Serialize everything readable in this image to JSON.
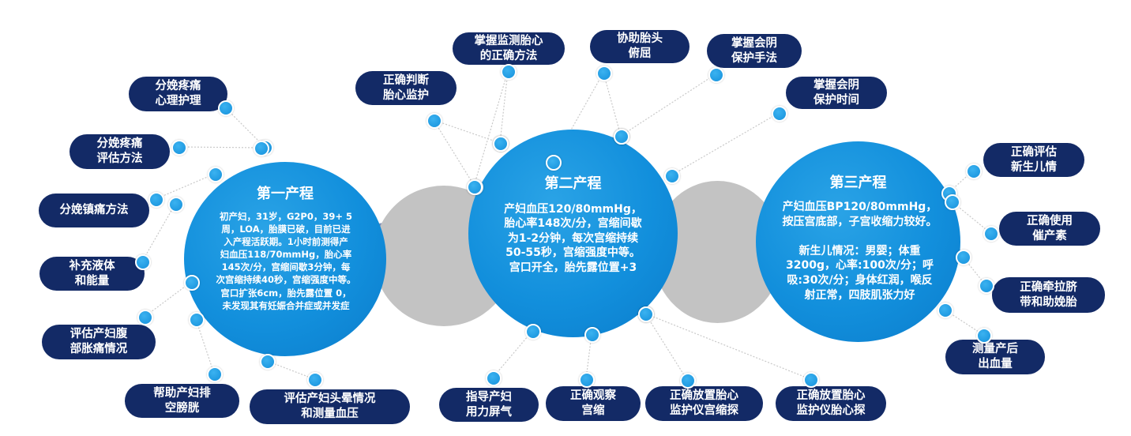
{
  "stages": [
    {
      "title": "第一产程",
      "description": "初产妇，31岁，G2P0，39+ 5\n周，LOA，胎膜已破，目前已进\n入产程活跃期。1小时前测得产\n妇血压118/70mmHg，胎心率\n145次/分，宫缩间歇3分钟，每\n次宫缩持续40秒，宫缩强度中等。\n宫口扩张6cm，胎先露位置 0，\n未发现其有妊娠合并症或并发症"
    },
    {
      "title": "第二产程",
      "description": "产妇血压120/80mmHg，\n胎心率148次/分，宫缩间歇\n为1-2分钟，每次宫缩持续\n50-55秒，宫缩强度中等。\n宫口开全，胎先露位置+3"
    },
    {
      "title": "第三产程",
      "description": "产妇血压BP120/80mmHg，\n按压宫底部，子宫收缩力较好。\n\n新生儿情况：男婴；体重\n3200g，心率:100次/分；呼\n吸:30次/分；身体红润，喉反\n射正常，四肢肌张力好"
    }
  ],
  "nodes": [
    {
      "label": "分娩疼痛\n心理护理"
    },
    {
      "label": "分娩疼痛\n评估方法"
    },
    {
      "label": "分娩镇痛方法"
    },
    {
      "label": "补充液体\n和能量"
    },
    {
      "label": "评估产妇腹\n部胀痛情况"
    },
    {
      "label": "帮助产妇排\n空膀胱"
    },
    {
      "label": "评估产妇头晕情况\n和测量血压"
    },
    {
      "label": "正确判断\n胎心监护"
    },
    {
      "label": "掌握监测胎心\n的正确方法"
    },
    {
      "label": "协助胎头\n俯屈"
    },
    {
      "label": "掌握会阴\n保护手法"
    },
    {
      "label": "掌握会阴\n保护时间"
    },
    {
      "label": "指导产妇\n用力屏气"
    },
    {
      "label": "正确观察\n宫缩"
    },
    {
      "label": "正确放置胎心\n监护仪宫缩探"
    },
    {
      "label": "正确放置胎心\n监护仪胎心探"
    },
    {
      "label": "正确评估\n新生儿情"
    },
    {
      "label": "正确使用\n催产素"
    },
    {
      "label": "正确牵拉脐\n带和助娩胎"
    },
    {
      "label": "测量产后\n出血量"
    }
  ]
}
